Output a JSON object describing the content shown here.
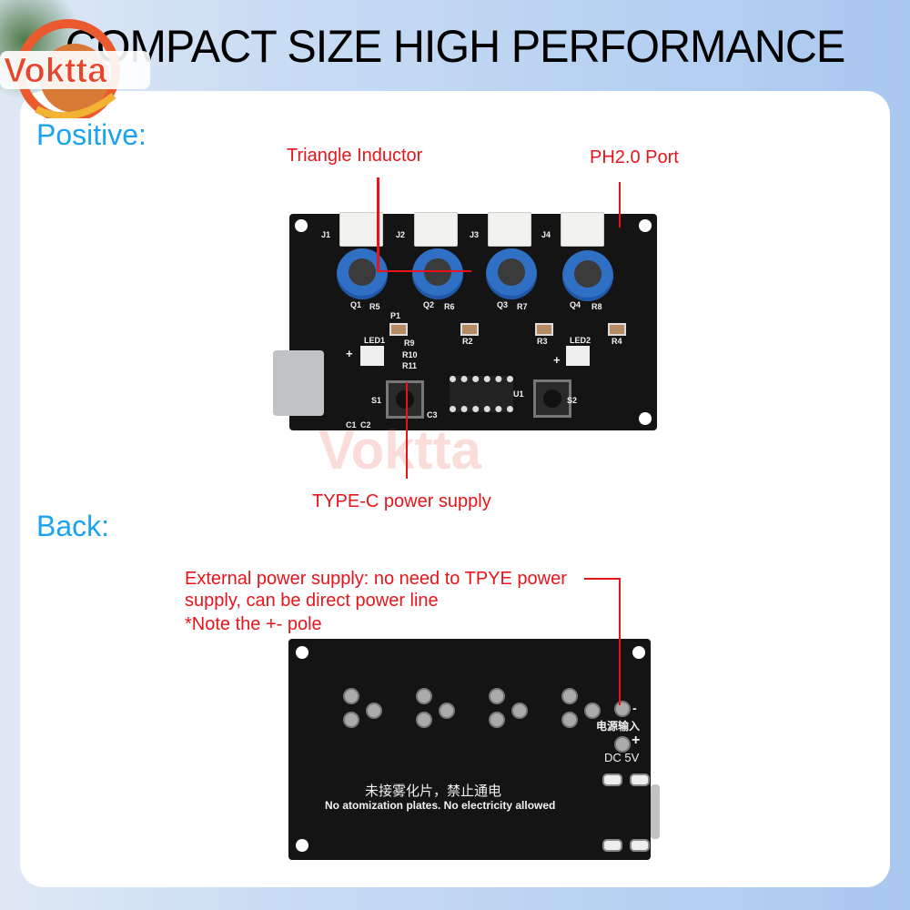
{
  "header": {
    "title": "COMPACT SIZE HIGH PERFORMANCE",
    "logo_text": "Voktta"
  },
  "watermark": "Voktta",
  "colors": {
    "accent_blue": "#1aa3f0",
    "callout_red": "#e8141b",
    "board": "#141414",
    "inductor_blue": "#2f6fc4"
  },
  "front": {
    "label": "Positive:",
    "callouts": {
      "inductor": "Triangle Inductor",
      "port": "PH2.0 Port",
      "typec": "TYPE-C power supply"
    },
    "silk": {
      "connectors": [
        "J1",
        "J2",
        "J3",
        "J4"
      ],
      "transistors": [
        "Q1",
        "Q2",
        "Q3",
        "Q4"
      ],
      "resistors_top": [
        "R5",
        "R6",
        "R7",
        "R8"
      ],
      "resistors_low": [
        "P1",
        "R2",
        "R3",
        "R4"
      ],
      "r9": "R9",
      "r10": "R10",
      "r11": "R11",
      "led1": "LED1",
      "led2": "LED2",
      "s1": "S1",
      "s2": "S2",
      "u1": "U1",
      "c1": "C1",
      "c2": "C2",
      "c3": "C3",
      "plus": "+"
    }
  },
  "back": {
    "label": "Back:",
    "callout_lines": [
      "External power supply: no need to TPYE power",
      "supply, can be direct power line",
      "*Note the +- pole"
    ],
    "silk": {
      "minus": "-",
      "plus": "+",
      "power_input_cn": "电源输入",
      "dc": "DC 5V",
      "warning_cn": "未接雾化片，禁止通电",
      "warning_en": "No atomization plates. No electricity allowed"
    }
  }
}
